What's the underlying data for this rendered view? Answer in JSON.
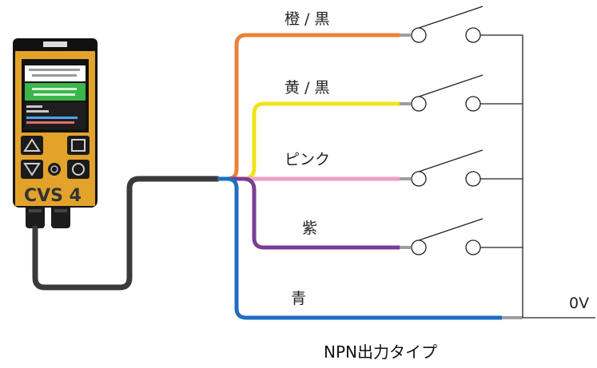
{
  "device": {
    "model": "CVS 4",
    "body_color": "#e3a32a"
  },
  "wires": [
    {
      "label": "橙 / 黒",
      "color": "#e8823a"
    },
    {
      "label": "黄 / 黒",
      "color": "#f2e21c"
    },
    {
      "label": "ピンク",
      "color": "#ef9fc4"
    },
    {
      "label": "紫",
      "color": "#7a3d97"
    },
    {
      "label": "青",
      "color": "#1e6fc2"
    }
  ],
  "cable_color": "#3a3a3a",
  "ground_label": "0V",
  "caption": "NPN出力タイプ"
}
